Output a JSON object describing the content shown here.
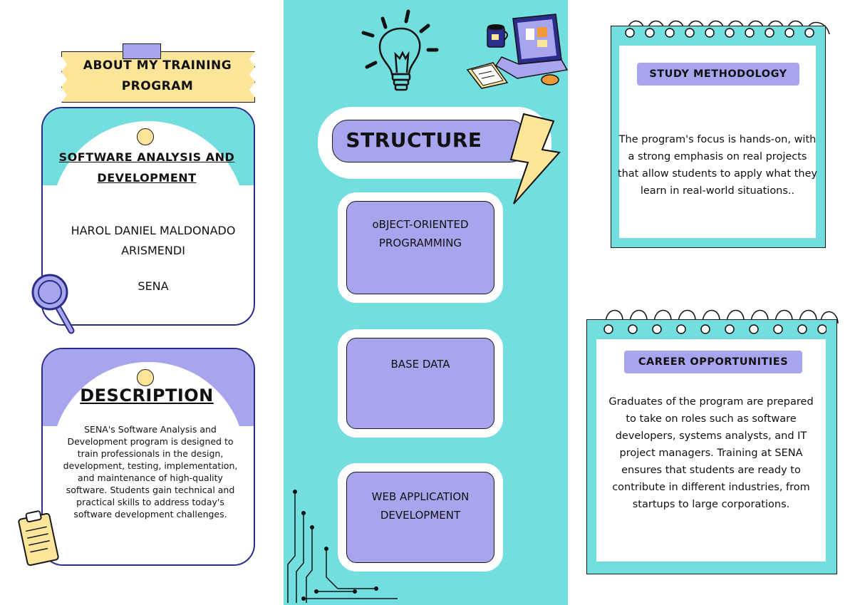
{
  "about": {
    "title": "ABOUT MY TRAINING PROGRAM"
  },
  "program_card": {
    "title": "SOFTWARE ANALYSIS AND DEVELOPMENT",
    "name": "HAROL DANIEL MALDONADO ARISMENDI",
    "institution": "SENA"
  },
  "description_card": {
    "title": "DESCRIPTION",
    "text": "SENA's Software Analysis and Development program is designed to train professionals in the design, development, testing, implementation, and maintenance of high-quality software. Students gain technical and practical skills to address today's software development challenges."
  },
  "structure": {
    "title": "STRUCTURE",
    "items": [
      {
        "label": "oBJECT-ORIENTED PROGRAMMING"
      },
      {
        "label": "BASE DATA"
      },
      {
        "label": "WEB APPLICATION DEVELOPMENT"
      }
    ]
  },
  "study": {
    "title": "STUDY METHODOLOGY",
    "text": "The program's focus is hands-on, with a strong emphasis on real projects that allow students to apply what they learn in real-world situations.."
  },
  "career": {
    "title": "CAREER OPPORTUNITIES",
    "text": "Graduates of the program are prepared to take on roles such as software developers, systems analysts, and IT project managers. Training at SENA ensures that students are ready to contribute in different industries, from startups to large corporations."
  },
  "colors": {
    "teal": "#72dedf",
    "lavender": "#a6a5ee",
    "yellow": "#fde59a",
    "navy": "#2c2c8a"
  }
}
